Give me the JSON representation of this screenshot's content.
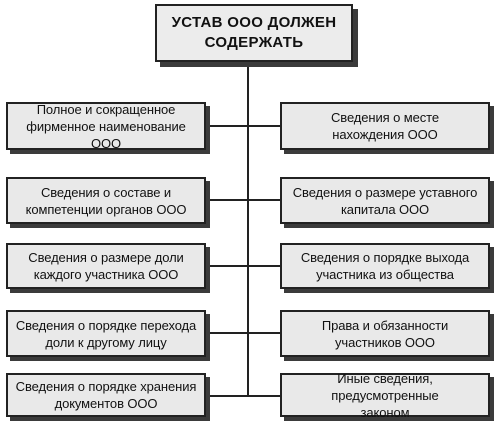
{
  "diagram": {
    "root": {
      "label": "УСТАВ ООО ДОЛЖЕН\nСОДЕРЖАТЬ"
    },
    "left_items": [
      {
        "label": "Полное и сокращенное\nфирменное наименование ООО"
      },
      {
        "label": "Сведения о составе и\nкомпетенции органов ООО"
      },
      {
        "label": "Сведения о размере доли\nкаждого участника ООО"
      },
      {
        "label": "Сведения о порядке перехода\nдоли к другому лицу"
      },
      {
        "label": "Сведения о порядке хранения\nдокументов ООО"
      }
    ],
    "right_items": [
      {
        "label": "Сведения о месте\nнахождения ООО"
      },
      {
        "label": "Сведения о размере уставного\nкапитала ООО"
      },
      {
        "label": "Сведения о порядке выхода\nучастника из общества"
      },
      {
        "label": "Права и обязанности\nучастников ООО"
      },
      {
        "label": "Иные сведения, предусмотренные\nзаконом"
      }
    ],
    "colors": {
      "box_fill": "#e9e9e9",
      "border": "#222222",
      "shadow": "#3b3b3b",
      "line": "#222222"
    }
  }
}
